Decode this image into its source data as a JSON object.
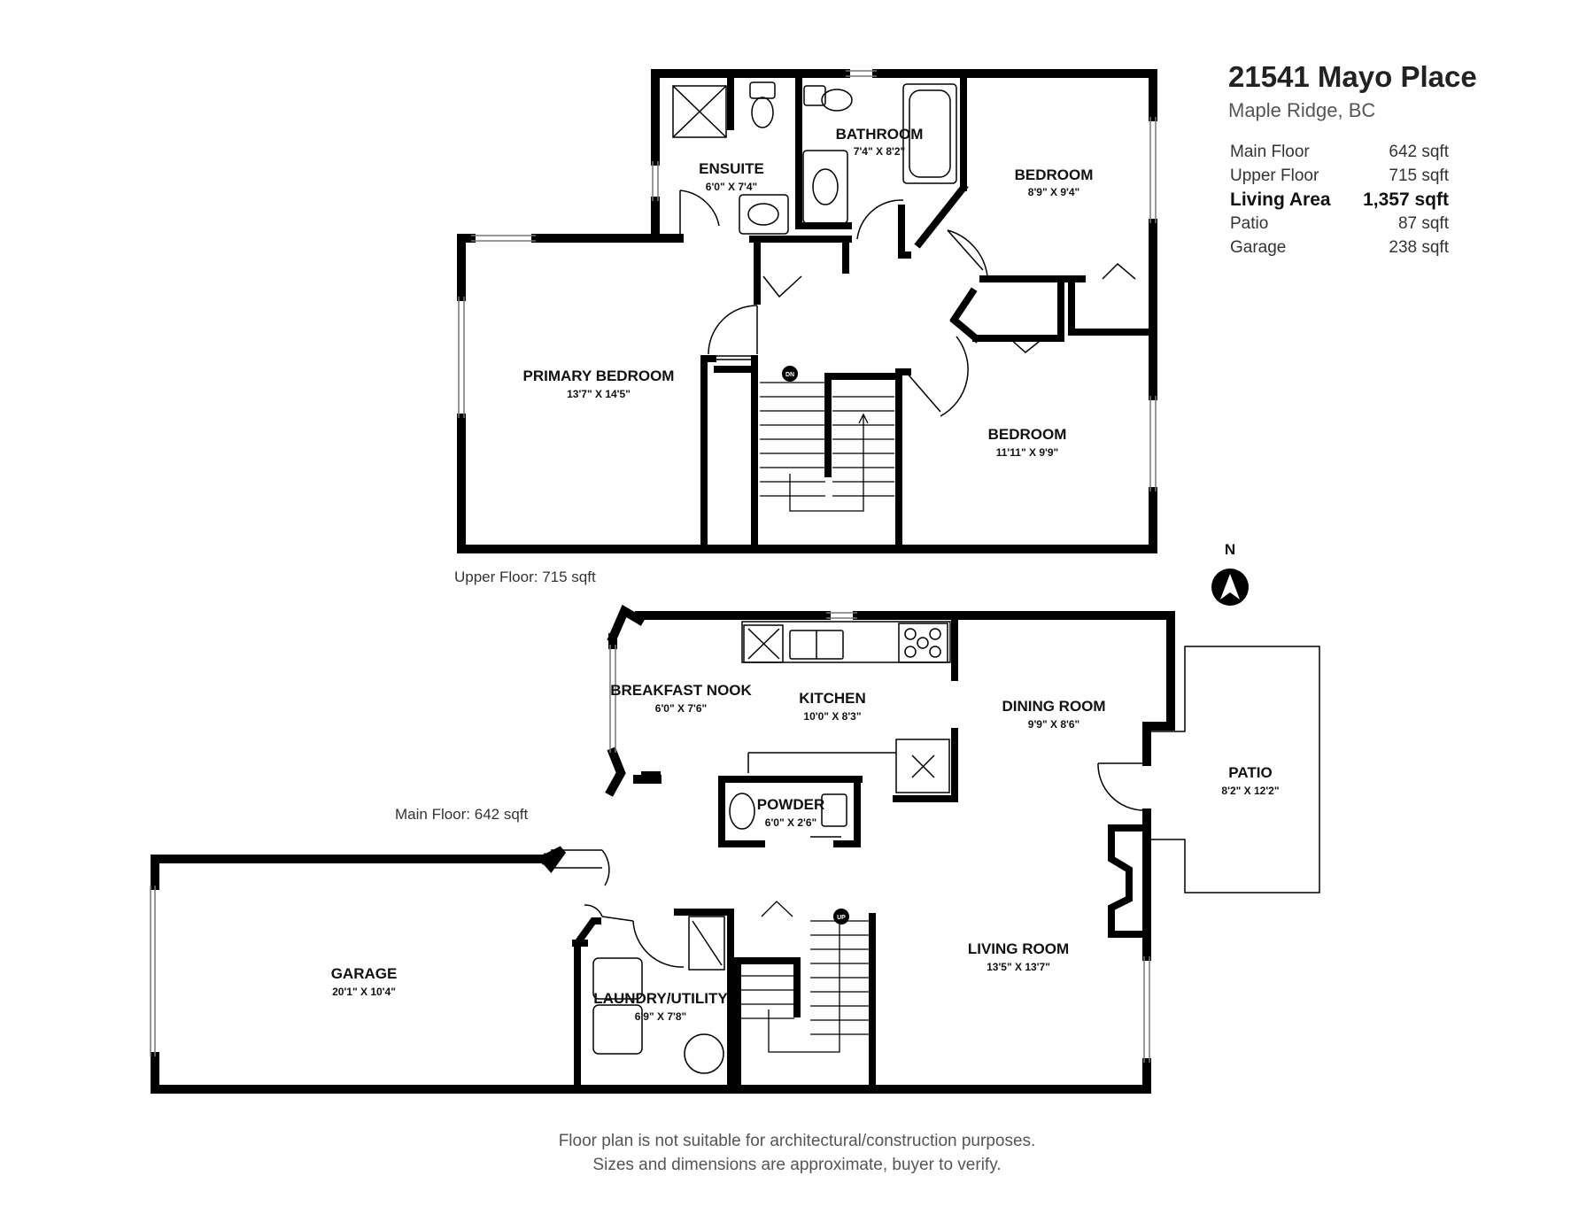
{
  "header": {
    "address": "21541 Mayo Place",
    "city": "Maple Ridge, BC"
  },
  "areas": [
    {
      "label": "Main Floor",
      "value": "642 sqft",
      "bold": false
    },
    {
      "label": "Upper Floor",
      "value": "715 sqft",
      "bold": false
    },
    {
      "label": "Living Area",
      "value": "1,357 sqft",
      "bold": true
    },
    {
      "label": "Patio",
      "value": "87 sqft",
      "bold": false
    },
    {
      "label": "Garage",
      "value": "238 sqft",
      "bold": false
    }
  ],
  "upper_floor": {
    "label": "Upper Floor: 715 sqft",
    "rooms": {
      "ensuite": {
        "name": "ENSUITE",
        "dims": "6'0\" X 7'4\""
      },
      "bathroom": {
        "name": "BATHROOM",
        "dims": "7'4\" X 8'2\""
      },
      "bedroom_ne": {
        "name": "BEDROOM",
        "dims": "8'9\" X 9'4\""
      },
      "primary": {
        "name": "PRIMARY BEDROOM",
        "dims": "13'7\" X 14'5\""
      },
      "bedroom_se": {
        "name": "BEDROOM",
        "dims": "11'11\" X 9'9\""
      }
    },
    "stair_tag": "DN"
  },
  "main_floor": {
    "label": "Main Floor: 642 sqft",
    "rooms": {
      "nook": {
        "name": "BREAKFAST NOOK",
        "dims": "6'0\" X 7'6\""
      },
      "kitchen": {
        "name": "KITCHEN",
        "dims": "10'0\" X 8'3\""
      },
      "dining": {
        "name": "DINING ROOM",
        "dims": "9'9\" X 8'6\""
      },
      "powder": {
        "name": "POWDER",
        "dims": "6'0\" X 2'6\""
      },
      "patio": {
        "name": "PATIO",
        "dims": "8'2\" X 12'2\""
      },
      "garage": {
        "name": "GARAGE",
        "dims": "20'1\" X 10'4\""
      },
      "laundry": {
        "name": "LAUNDRY/UTILITY",
        "dims": "6'9\" X 7'8\""
      },
      "living": {
        "name": "LIVING ROOM",
        "dims": "13'5\" X 13'7\""
      }
    },
    "stair_tag": "UP"
  },
  "north_label": "N",
  "disclaimer": {
    "line1": "Floor plan is not suitable for architectural/construction purposes.",
    "line2": "Sizes and dimensions are approximate, buyer to verify."
  }
}
